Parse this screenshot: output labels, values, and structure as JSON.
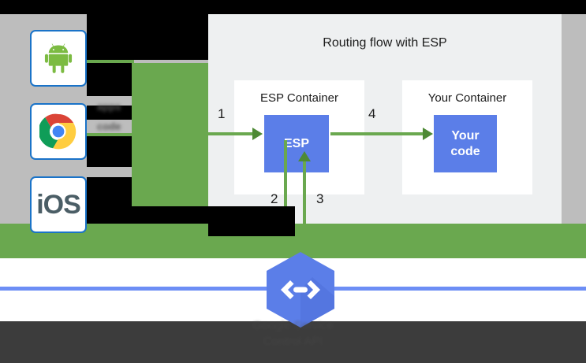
{
  "page": {
    "background_color": "#bdbdbd",
    "occlusion_color": "#000000"
  },
  "clients": {
    "items": [
      {
        "id": "android",
        "icon": "android-icon",
        "label": ""
      },
      {
        "id": "chrome",
        "icon": "chrome-icon",
        "label": ""
      },
      {
        "id": "ios",
        "icon": "ios-icon",
        "label": "iOS"
      }
    ],
    "blurred_labels": [
      "apps",
      "code"
    ]
  },
  "diagram": {
    "title": "Routing flow with ESP",
    "panel_color": "#eef0f1",
    "accent_blue": "#5b7ee8",
    "accent_green": "#6aa84f",
    "containers": [
      {
        "id": "esp-container",
        "label": "ESP Container",
        "box_label": "ESP"
      },
      {
        "id": "your-container",
        "label": "Your Container",
        "box_label": "Your\ncode"
      }
    ],
    "esp_box_label": "ESP",
    "your_code_line1": "Your",
    "your_code_line2": "code",
    "steps": [
      "1",
      "2",
      "3",
      "4"
    ],
    "step1": "1",
    "step2": "2",
    "step3": "3",
    "step4": "4"
  },
  "footer": {
    "service_icon": "endpoints-code-hexagon-icon",
    "caption_line1": "Google Service",
    "caption_line2": "Control API",
    "bar_color": "#3c3c3c",
    "rule_color": "#6d8ef5"
  }
}
